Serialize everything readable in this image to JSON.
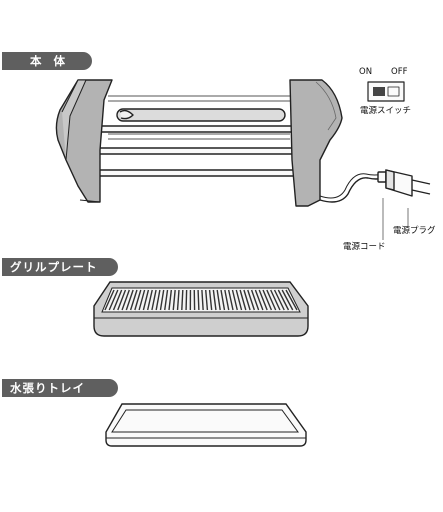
{
  "sections": {
    "body": "本 体",
    "grill_plate": "グリルプレート",
    "water_tray": "水張りトレイ"
  },
  "callouts": {
    "switch_on": "ON",
    "switch_off": "OFF",
    "power_switch": "電源スイッチ",
    "power_plug": "電源プラグ",
    "power_cord": "電源コード"
  },
  "colors": {
    "label_bg": "#5f5f5f",
    "body_gray": "#b3b3b3",
    "line": "#222222"
  }
}
